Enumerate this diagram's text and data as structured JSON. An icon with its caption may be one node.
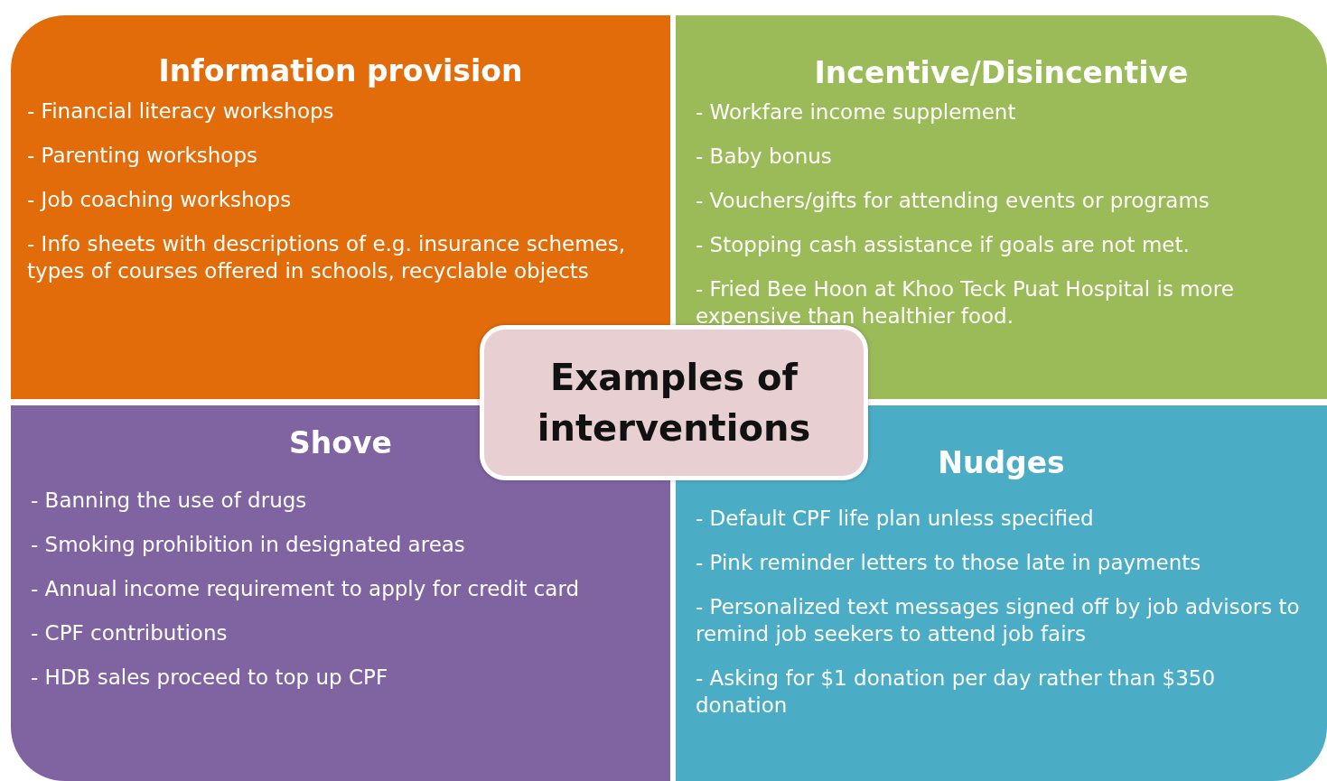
{
  "diagram": {
    "nodes": [
      {
        "text": [
          "Information provision",
          "- Financial literacy workshops",
          "- Parenting workshops",
          "- Job coaching workshops",
          "- Info sheets with descriptions of e.g. insurance schemes, types of courses offered in schools, recyclable objects"
        ]
      },
      {
        "text": [
          "Incentive/Disincentive",
          "- Workfare income supplement",
          "- Baby bonus",
          "- Vouchers/gifts for attending events or programs",
          "- Stopping cash assistance if goals are not met.",
          "- Fried Bee Hoon at Khoo Teck Puat Hospital is more expensive than healthier food."
        ]
      },
      {
        "text": [
          "Shove",
          "- Banning the use of drugs",
          "- Smoking prohibition in designated areas",
          "- Annual income requirement to apply for credit card",
          "- CPF contributions",
          "- HDB sales proceed to top up CPF"
        ]
      },
      {
        "text": [
          "Nudges",
          "- Default CPF life plan unless specified",
          "- Pink reminder letters to those late in payments",
          "- Personalized text messages signed off by job advisors to remind job seekers to attend job fairs",
          "- Asking for $1 donation per day rather than $350 donation"
        ]
      },
      {
        "text": [
          "Examples of interventions"
        ]
      }
    ]
  }
}
